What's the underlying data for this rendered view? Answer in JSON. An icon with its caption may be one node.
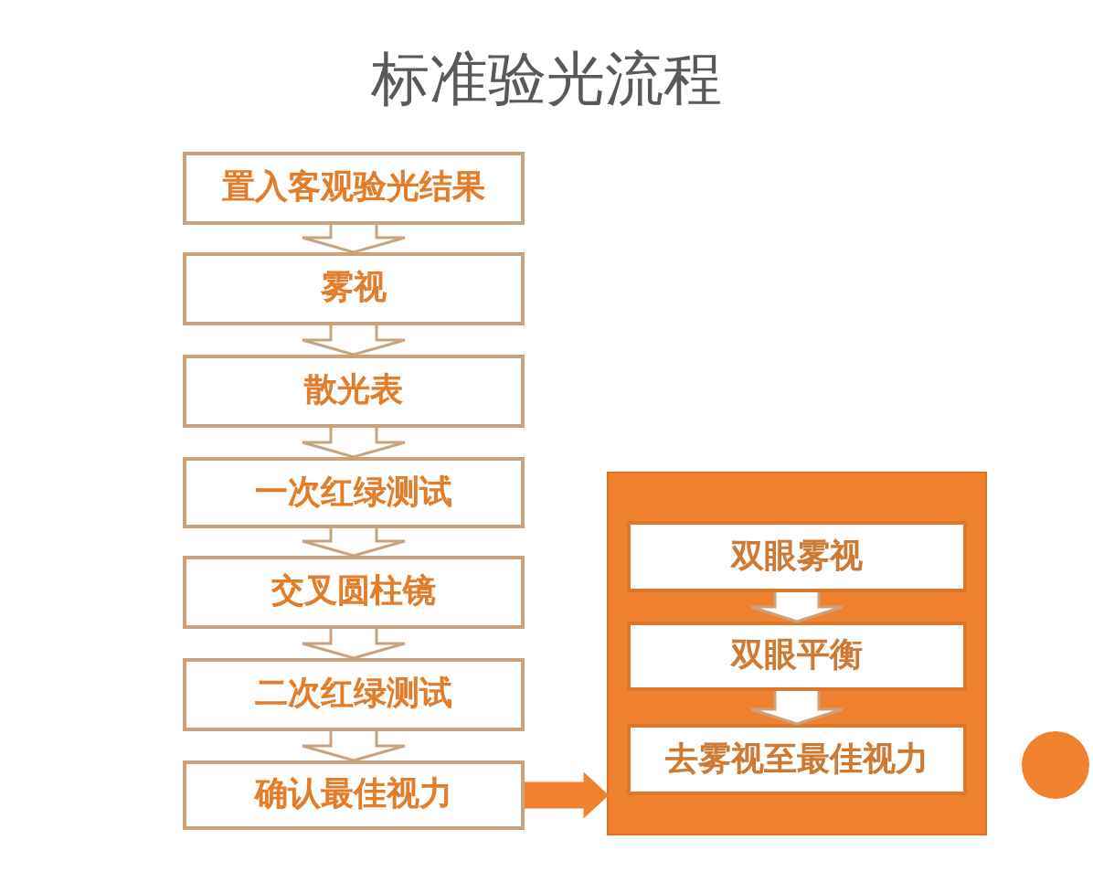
{
  "diagram": {
    "title": "标准验光流程",
    "nodes": [
      {
        "text": [
          "置入客观验光结果"
        ]
      },
      {
        "text": [
          "雾视"
        ]
      },
      {
        "text": [
          "散光表"
        ]
      },
      {
        "text": [
          "一次红绿测试"
        ]
      },
      {
        "text": [
          "交叉圆柱镜"
        ]
      },
      {
        "text": [
          "二次红绿测试"
        ]
      },
      {
        "text": [
          "确认最佳视力"
        ]
      },
      {
        "text": [],
        "shape": "box"
      },
      {
        "text": [
          "双眼雾视"
        ],
        "in": 7
      },
      {
        "text": [
          "双眼平衡"
        ],
        "in": 7
      },
      {
        "text": [
          "去雾视至最佳视力"
        ],
        "in": 7
      }
    ],
    "edges": [
      {
        "from": 0,
        "to": 1,
        "arrow": "to"
      },
      {
        "from": 1,
        "to": 2,
        "arrow": "to"
      },
      {
        "from": 2,
        "to": 3,
        "arrow": "to"
      },
      {
        "from": 3,
        "to": 4,
        "arrow": "to"
      },
      {
        "from": 4,
        "to": 5,
        "arrow": "to"
      },
      {
        "from": 5,
        "to": 6,
        "arrow": "to"
      },
      {
        "from": 6,
        "to": 7,
        "arrow": "to",
        "color": "#f0822f"
      },
      {
        "from": 8,
        "to": 9,
        "arrow": "to"
      },
      {
        "from": 9,
        "to": 10,
        "arrow": "to"
      }
    ]
  }
}
